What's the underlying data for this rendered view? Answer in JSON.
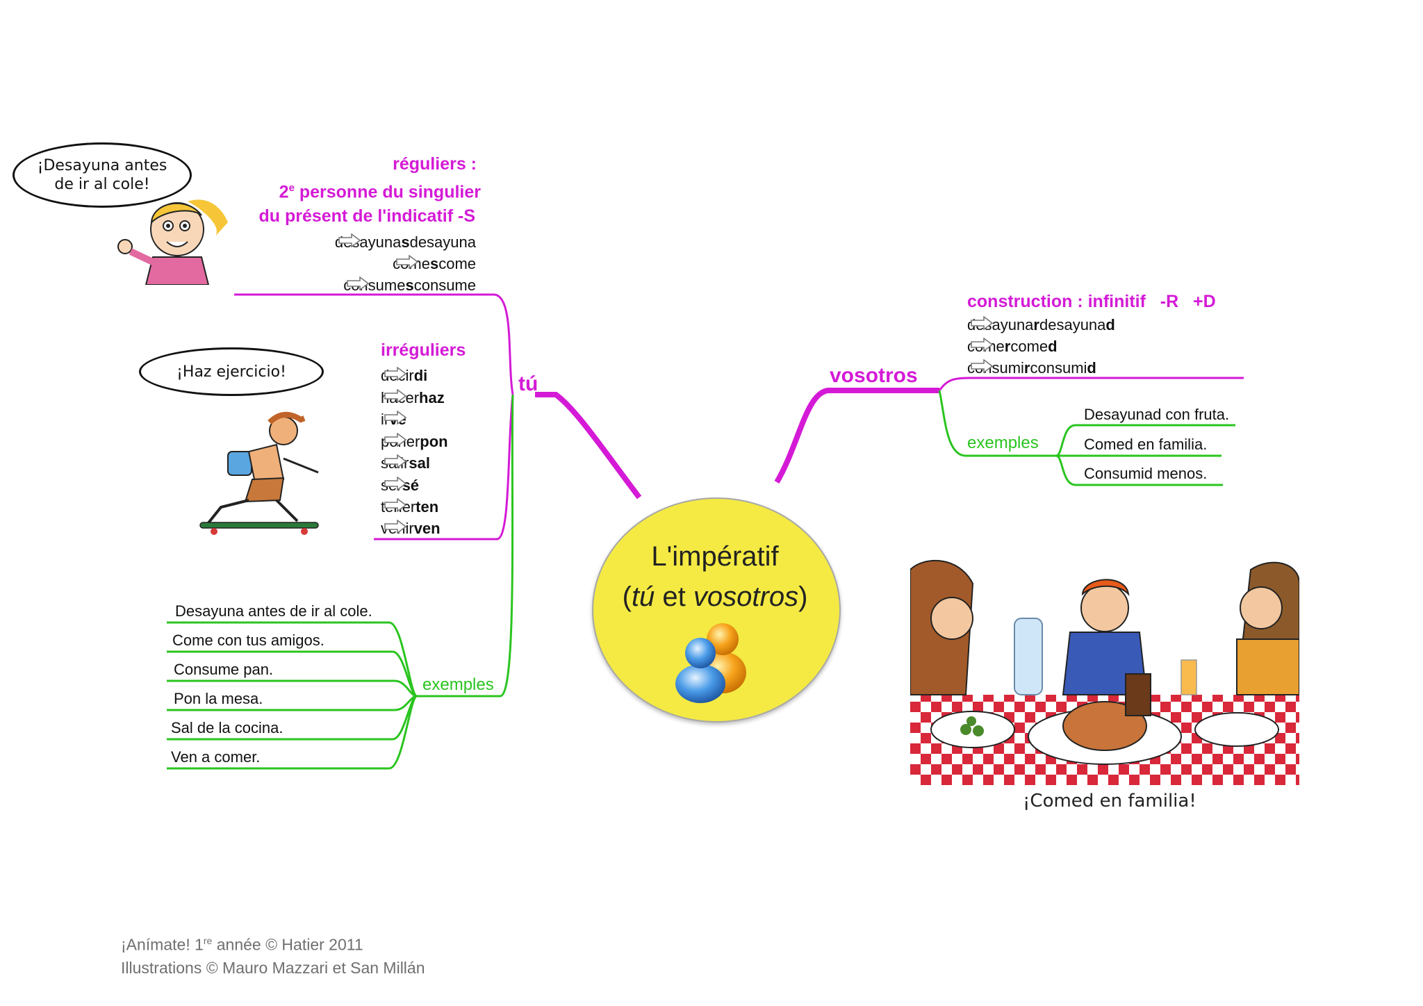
{
  "center": {
    "line1": "L'impératif",
    "line2_open": "(",
    "line2_tu": "tú",
    "line2_mid": " et ",
    "line2_vos": "vosotros",
    "line2_close": ")"
  },
  "tu": {
    "label": "tú",
    "reguliers": {
      "title": "réguliers :",
      "line2_prefix": "2",
      "line2_sup": "e",
      "line2_rest": " personne du singulier",
      "line3": "du présent de l'indicatif -S",
      "items": [
        {
          "stem": "desayuna",
          "ending": "s",
          "result": "desayuna"
        },
        {
          "stem": "come",
          "ending": "s",
          "result": "come"
        },
        {
          "stem": "consume",
          "ending": "s",
          "result": "consume"
        }
      ]
    },
    "irreguliers": {
      "title": "irréguliers",
      "items": [
        {
          "inf": "decir",
          "imp": "di"
        },
        {
          "inf": "hacer",
          "imp": "haz"
        },
        {
          "inf": "ir",
          "imp": "ve"
        },
        {
          "inf": "poner",
          "imp": "pon"
        },
        {
          "inf": "salir",
          "imp": "sal"
        },
        {
          "inf": "ser",
          "imp": "sé"
        },
        {
          "inf": "tener",
          "imp": "ten"
        },
        {
          "inf": "venir",
          "imp": "ven"
        }
      ]
    },
    "exemples_label": "exemples",
    "exemples": [
      "Desayuna antes de ir al cole.",
      "Come con tus amigos.",
      "Consume pan.",
      "Pon la mesa.",
      "Sal de la cocina.",
      "Ven a comer."
    ]
  },
  "vosotros": {
    "label": "vosotros",
    "construction": {
      "title": "construction : infinitif   -R   +D",
      "items": [
        {
          "stem": "desayuna",
          "ending": "r",
          "res_stem": "desayuna",
          "res_end": "d"
        },
        {
          "stem": "come",
          "ending": "r",
          "res_stem": "come",
          "res_end": "d"
        },
        {
          "stem": "consumi",
          "ending": "r",
          "res_stem": "consumi",
          "res_end": "d"
        }
      ]
    },
    "exemples_label": "exemples",
    "exemples": [
      "Desayunad con fruta.",
      "Comed en familia.",
      "Consumid menos."
    ]
  },
  "bubbles": {
    "girl": "¡Desayuna antes de ir al cole!",
    "skater": "¡Haz ejercicio!"
  },
  "family_caption": "¡Comed en familia!",
  "footer": {
    "line1_prefix": "¡Anímate! 1",
    "line1_sup": "re",
    "line1_rest": " année © Hatier 2011",
    "line2": "Illustrations © Mauro Mazzari et San Millán"
  },
  "colors": {
    "magenta": "#d41ad6",
    "green": "#2ac41f",
    "center": "#f4ea43"
  }
}
